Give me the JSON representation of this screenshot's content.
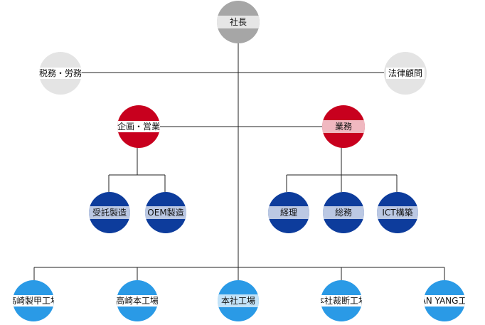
{
  "colors": {
    "president": "#a6a6a6",
    "advisor": "#e4e4e4",
    "division": "#c8001e",
    "department": "#0d3c9c",
    "factory": "#2a9ae6",
    "line": "#222222"
  },
  "nodes": {
    "president": {
      "label": "社長"
    },
    "tax_labor": {
      "label": "税務・労務"
    },
    "legal": {
      "label": "法律顧問"
    },
    "planning_sales": {
      "label": "企画・営業"
    },
    "operations": {
      "label": "業務"
    },
    "contract_mfg": {
      "label": "受託製造"
    },
    "oem_mfg": {
      "label": "OEM製造"
    },
    "accounting": {
      "label": "経理"
    },
    "general_affairs": {
      "label": "総務"
    },
    "ict": {
      "label": "ICT構築"
    },
    "takasaki_kocho": {
      "label": "高崎製甲工場"
    },
    "takasaki_main": {
      "label": "高崎本工場"
    },
    "hq_factory": {
      "label": "本社工場"
    },
    "hq_cutting": {
      "label": "本社裁断工場"
    },
    "danyang": {
      "label": "DAN YANG工場"
    }
  }
}
